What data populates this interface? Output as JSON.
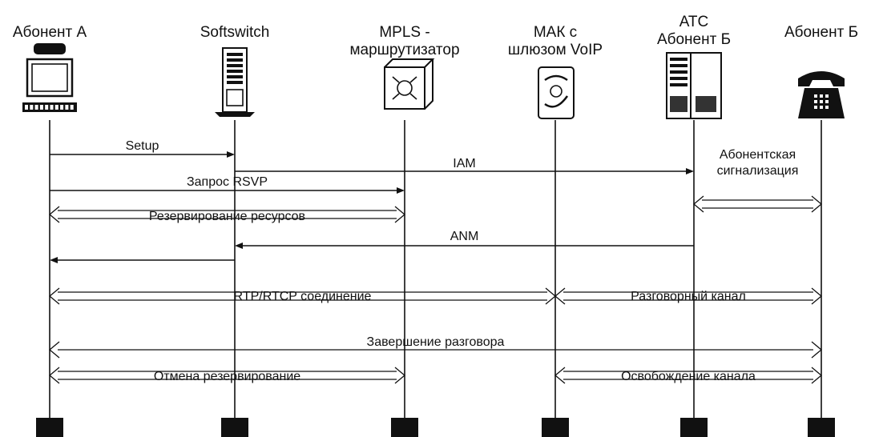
{
  "participants": [
    {
      "name": "Абонент А",
      "icon": "computer-phone-icon"
    },
    {
      "name": "Softswitch",
      "icon": "server-tower-icon"
    },
    {
      "name": "MPLS -\nмаршрутизатор",
      "icon": "router-icon"
    },
    {
      "name": "МАК с\nшлюзом VoIP",
      "icon": "voip-gateway-icon"
    },
    {
      "name": "АТС\nАбонент Б",
      "icon": "pbx-cabinet-icon"
    },
    {
      "name": "Абонент Б",
      "icon": "telephone-icon"
    }
  ],
  "messages": [
    {
      "label": "Setup",
      "from": 0,
      "to": 1,
      "style": "single"
    },
    {
      "label": "IAM",
      "from": 1,
      "to": 4,
      "style": "single"
    },
    {
      "label": "Абонентская\nсигнализация",
      "from": 4,
      "to": 5,
      "style": "double"
    },
    {
      "label": "Запрос RSVP",
      "from": 0,
      "to": 2,
      "style": "single"
    },
    {
      "label": "Резервирование ресурсов",
      "from": 0,
      "to": 2,
      "style": "double"
    },
    {
      "label": "ANM",
      "from": 4,
      "to": 1,
      "style": "single"
    },
    {
      "label": "",
      "from": 1,
      "to": 0,
      "style": "single"
    },
    {
      "label": "RTP/RTCP соединение",
      "from": 0,
      "to": 3,
      "style": "double"
    },
    {
      "label": "Разговорный канал",
      "from": 3,
      "to": 5,
      "style": "double"
    },
    {
      "label": "Завершение разговора",
      "from": 0,
      "to": 5,
      "style": "double-both"
    },
    {
      "label": "Отмена резервирование",
      "from": 0,
      "to": 2,
      "style": "double"
    },
    {
      "label": "Освобождение канала",
      "from": 3,
      "to": 5,
      "style": "double"
    }
  ]
}
